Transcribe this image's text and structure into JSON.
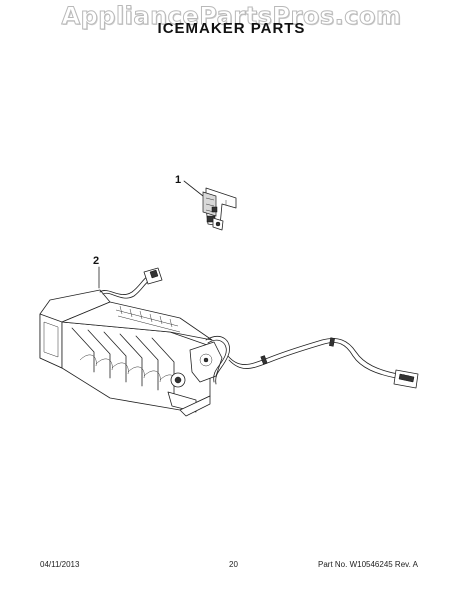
{
  "watermark": "AppliancePartsPros.com",
  "page_title": "ICEMAKER PARTS",
  "callouts": [
    "1",
    "2"
  ],
  "footer": {
    "date": "04/11/2013",
    "page_number": "20",
    "part_number": "Part No. W10546245  Rev. A"
  }
}
